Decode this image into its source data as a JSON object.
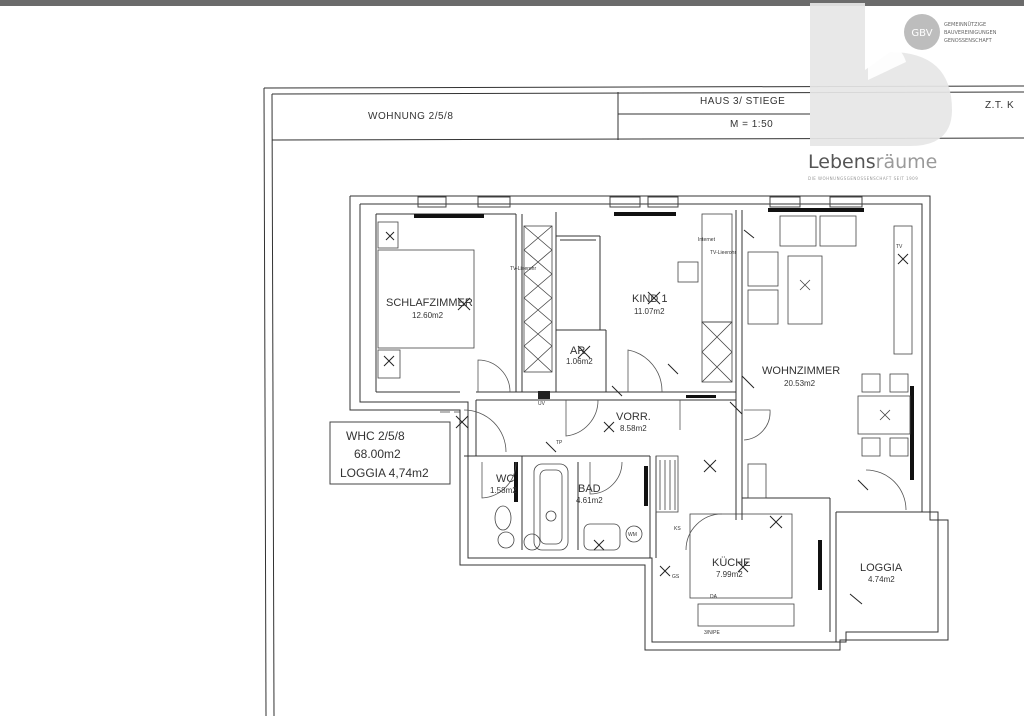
{
  "header": {
    "unit": "WOHNUNG 2/5/8",
    "house": "HAUS 3/ STIEGE",
    "scale": "M = 1:50",
    "zt": "Z.T. K"
  },
  "logo": {
    "word_a": "Lebens",
    "word_b": "räume",
    "org_line1": "GEMEINNÜTZIGE",
    "org_line2": "BAUVEREINIGUNGEN",
    "org_line3": "GENOSSENSCHAFT",
    "tagline": "DIE WOHNUNGSGENOSSENSCHAFT SEIT 1909",
    "badge": "GBV"
  },
  "summary": {
    "line1": "WHC 2/5/8",
    "line2": "68.00m2",
    "line3": "LOGGIA 4,74m2"
  },
  "rooms": {
    "schlafzimmer": {
      "name": "SCHLAFZIMMER",
      "area": "12.60m2"
    },
    "kind": {
      "name": "KIND 1",
      "area": "11.07m2"
    },
    "ar": {
      "name": "AR",
      "area": "1.06m2"
    },
    "wohnzimmer": {
      "name": "WOHNZIMMER",
      "area": "20.53m2"
    },
    "vorr": {
      "name": "VORR.",
      "area": "8.58m2"
    },
    "wc": {
      "name": "WC",
      "area": "1.58m2"
    },
    "bad": {
      "name": "BAD",
      "area": "4.61m2"
    },
    "kueche": {
      "name": "KÜCHE",
      "area": "7.99m2"
    },
    "loggia": {
      "name": "LOGGIA",
      "area": "4.74m2"
    }
  },
  "symbols": {
    "tv": "TV-Lieerohr",
    "internet": "Internet",
    "uv": "UV",
    "tp": "TP",
    "ks": "KS",
    "gs": "GS",
    "wm": "WM",
    "da": "DA",
    "tv2": "TV",
    "pe": "3/N/PE"
  }
}
